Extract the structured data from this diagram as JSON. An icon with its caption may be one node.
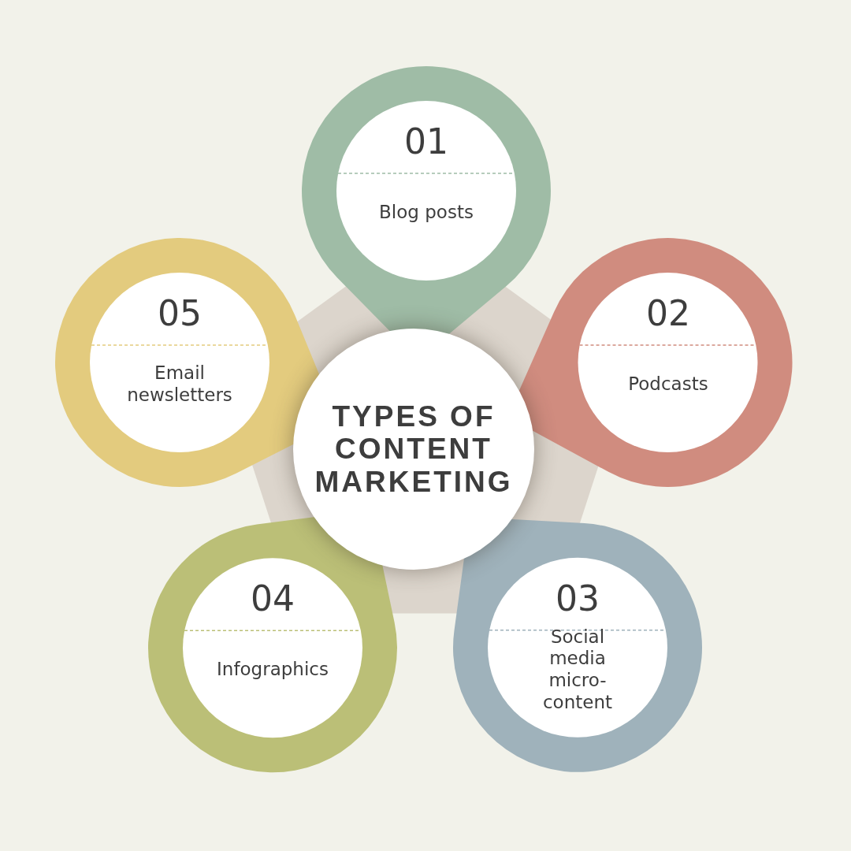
{
  "diagram": {
    "nodes": [
      {
        "text": [
          "TYPES OF CONTENT MARKETING"
        ]
      },
      {
        "text": [
          "01",
          "Blog posts"
        ]
      },
      {
        "text": [
          "02",
          "Podcasts"
        ]
      },
      {
        "text": [
          "03",
          "Social media micro-content"
        ]
      },
      {
        "text": [
          "04",
          "Infographics"
        ]
      },
      {
        "text": [
          "05",
          "Email newsletters"
        ]
      }
    ]
  }
}
